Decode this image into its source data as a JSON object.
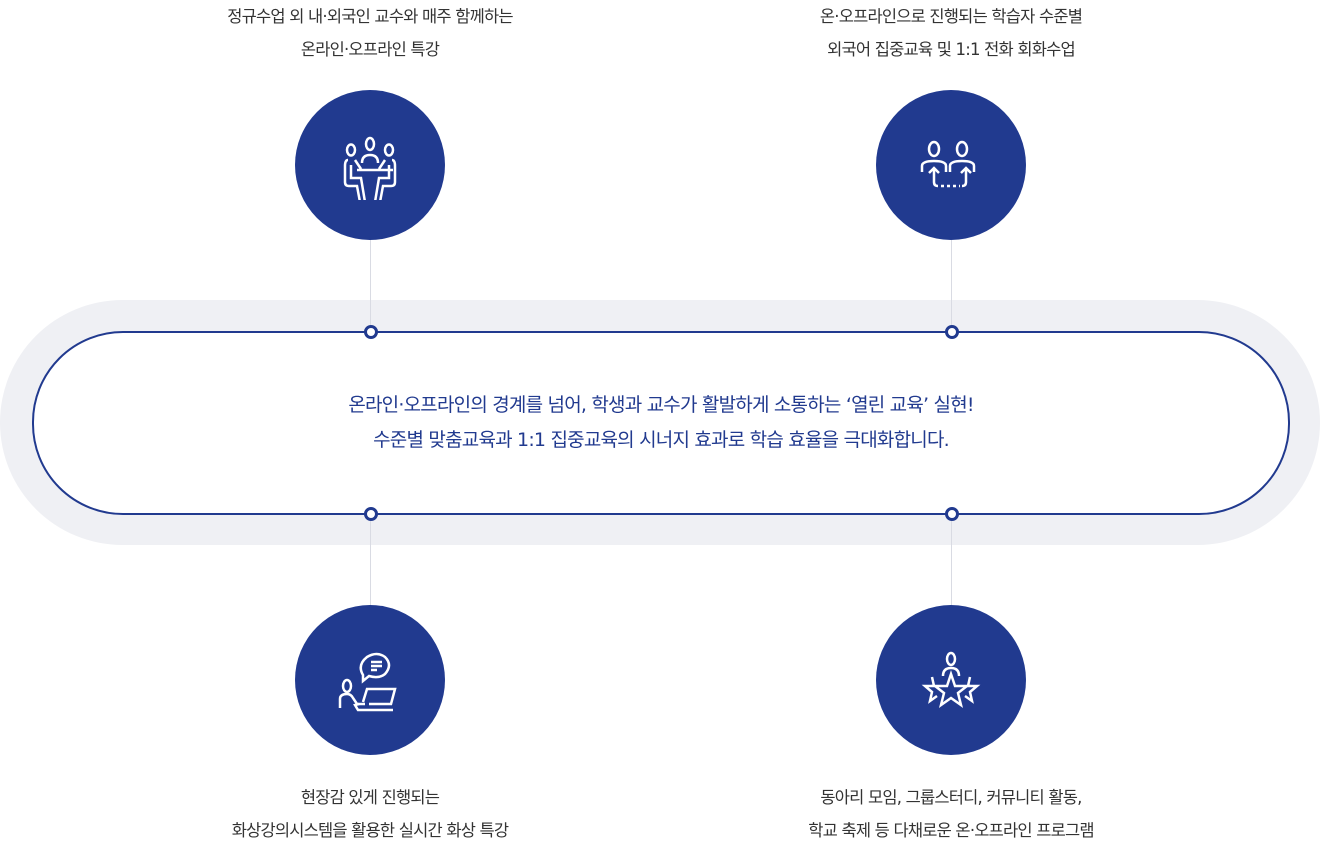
{
  "features": [
    {
      "icon": "meeting-icon",
      "line1": "정규수업 외 내·외국인 교수와 매주 함께하는",
      "line2": "온라인·오프라인 특강"
    },
    {
      "icon": "exchange-icon",
      "line1": "온·오프라인으로 진행되는 학습자 수준별",
      "line2": "외국어 집중교육 및 1:1 전화 회화수업"
    },
    {
      "icon": "video-lecture-icon",
      "line1": "현장감 있게 진행되는",
      "line2": "화상강의시스템을 활용한 실시간 화상 특강"
    },
    {
      "icon": "stars-person-icon",
      "line1": "동아리 모임, 그룹스터디, 커뮤니티 활동,",
      "line2": "학교 축제 등 다채로운 온·오프라인 프로그램"
    }
  ],
  "center": {
    "line1": "온라인·오프라인의 경계를 넘어, 학생과 교수가 활발하게 소통하는 ‘열린 교육’ 실현!",
    "line2": "수준별 맞춤교육과 1:1 집중교육의 시너지 효과로 학습 효율을 극대화합니다."
  },
  "colors": {
    "accent": "#213a8f",
    "band": "#eff0f4"
  }
}
